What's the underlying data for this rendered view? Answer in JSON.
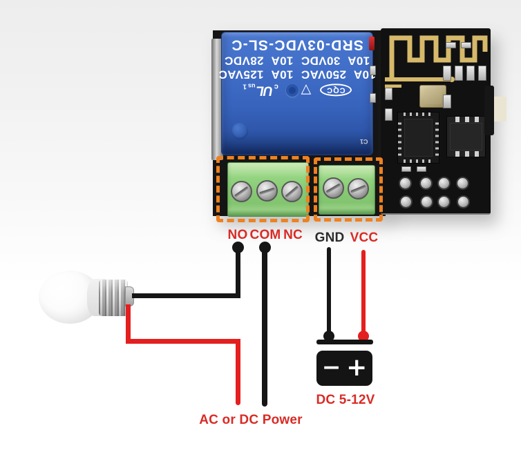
{
  "relay_board": {
    "relay": {
      "model": "SRD-03VDC-SL-C",
      "rating_dc": "10A 30VDC 10A 28VDC",
      "rating_ac": "10A 250VAC 10A 125VAC",
      "cert_cqc": "CQC",
      "cert_triangle_glyph": "▽",
      "cert_dot_glyph": "●",
      "cert_ul_c": "c",
      "cert_ul": "UL",
      "cert_ul_us": "us",
      "cert_ul_1": "1",
      "body_color": "#3a68c2"
    },
    "silkscreen_c1": "C1",
    "pcb_color": "#151515",
    "terminal_green": "#8bcb7a",
    "highlight_color": "#ee8120"
  },
  "esp_module": {
    "pcb_color": "#121212",
    "antenna_color": "#d6b96a"
  },
  "wiring": {
    "labels": {
      "no": "NO",
      "com": "COM",
      "nc": "NC",
      "gnd": "GND",
      "vcc": "VCC",
      "load_power_note": "AC or DC Power",
      "supply_note": "DC 5-12V"
    },
    "label_red": "#d92b26",
    "label_black": "#2b2b2b",
    "wire_red": "#e41f1f",
    "wire_black": "#161616"
  },
  "battery": {
    "minus": "−",
    "plus": "+"
  }
}
